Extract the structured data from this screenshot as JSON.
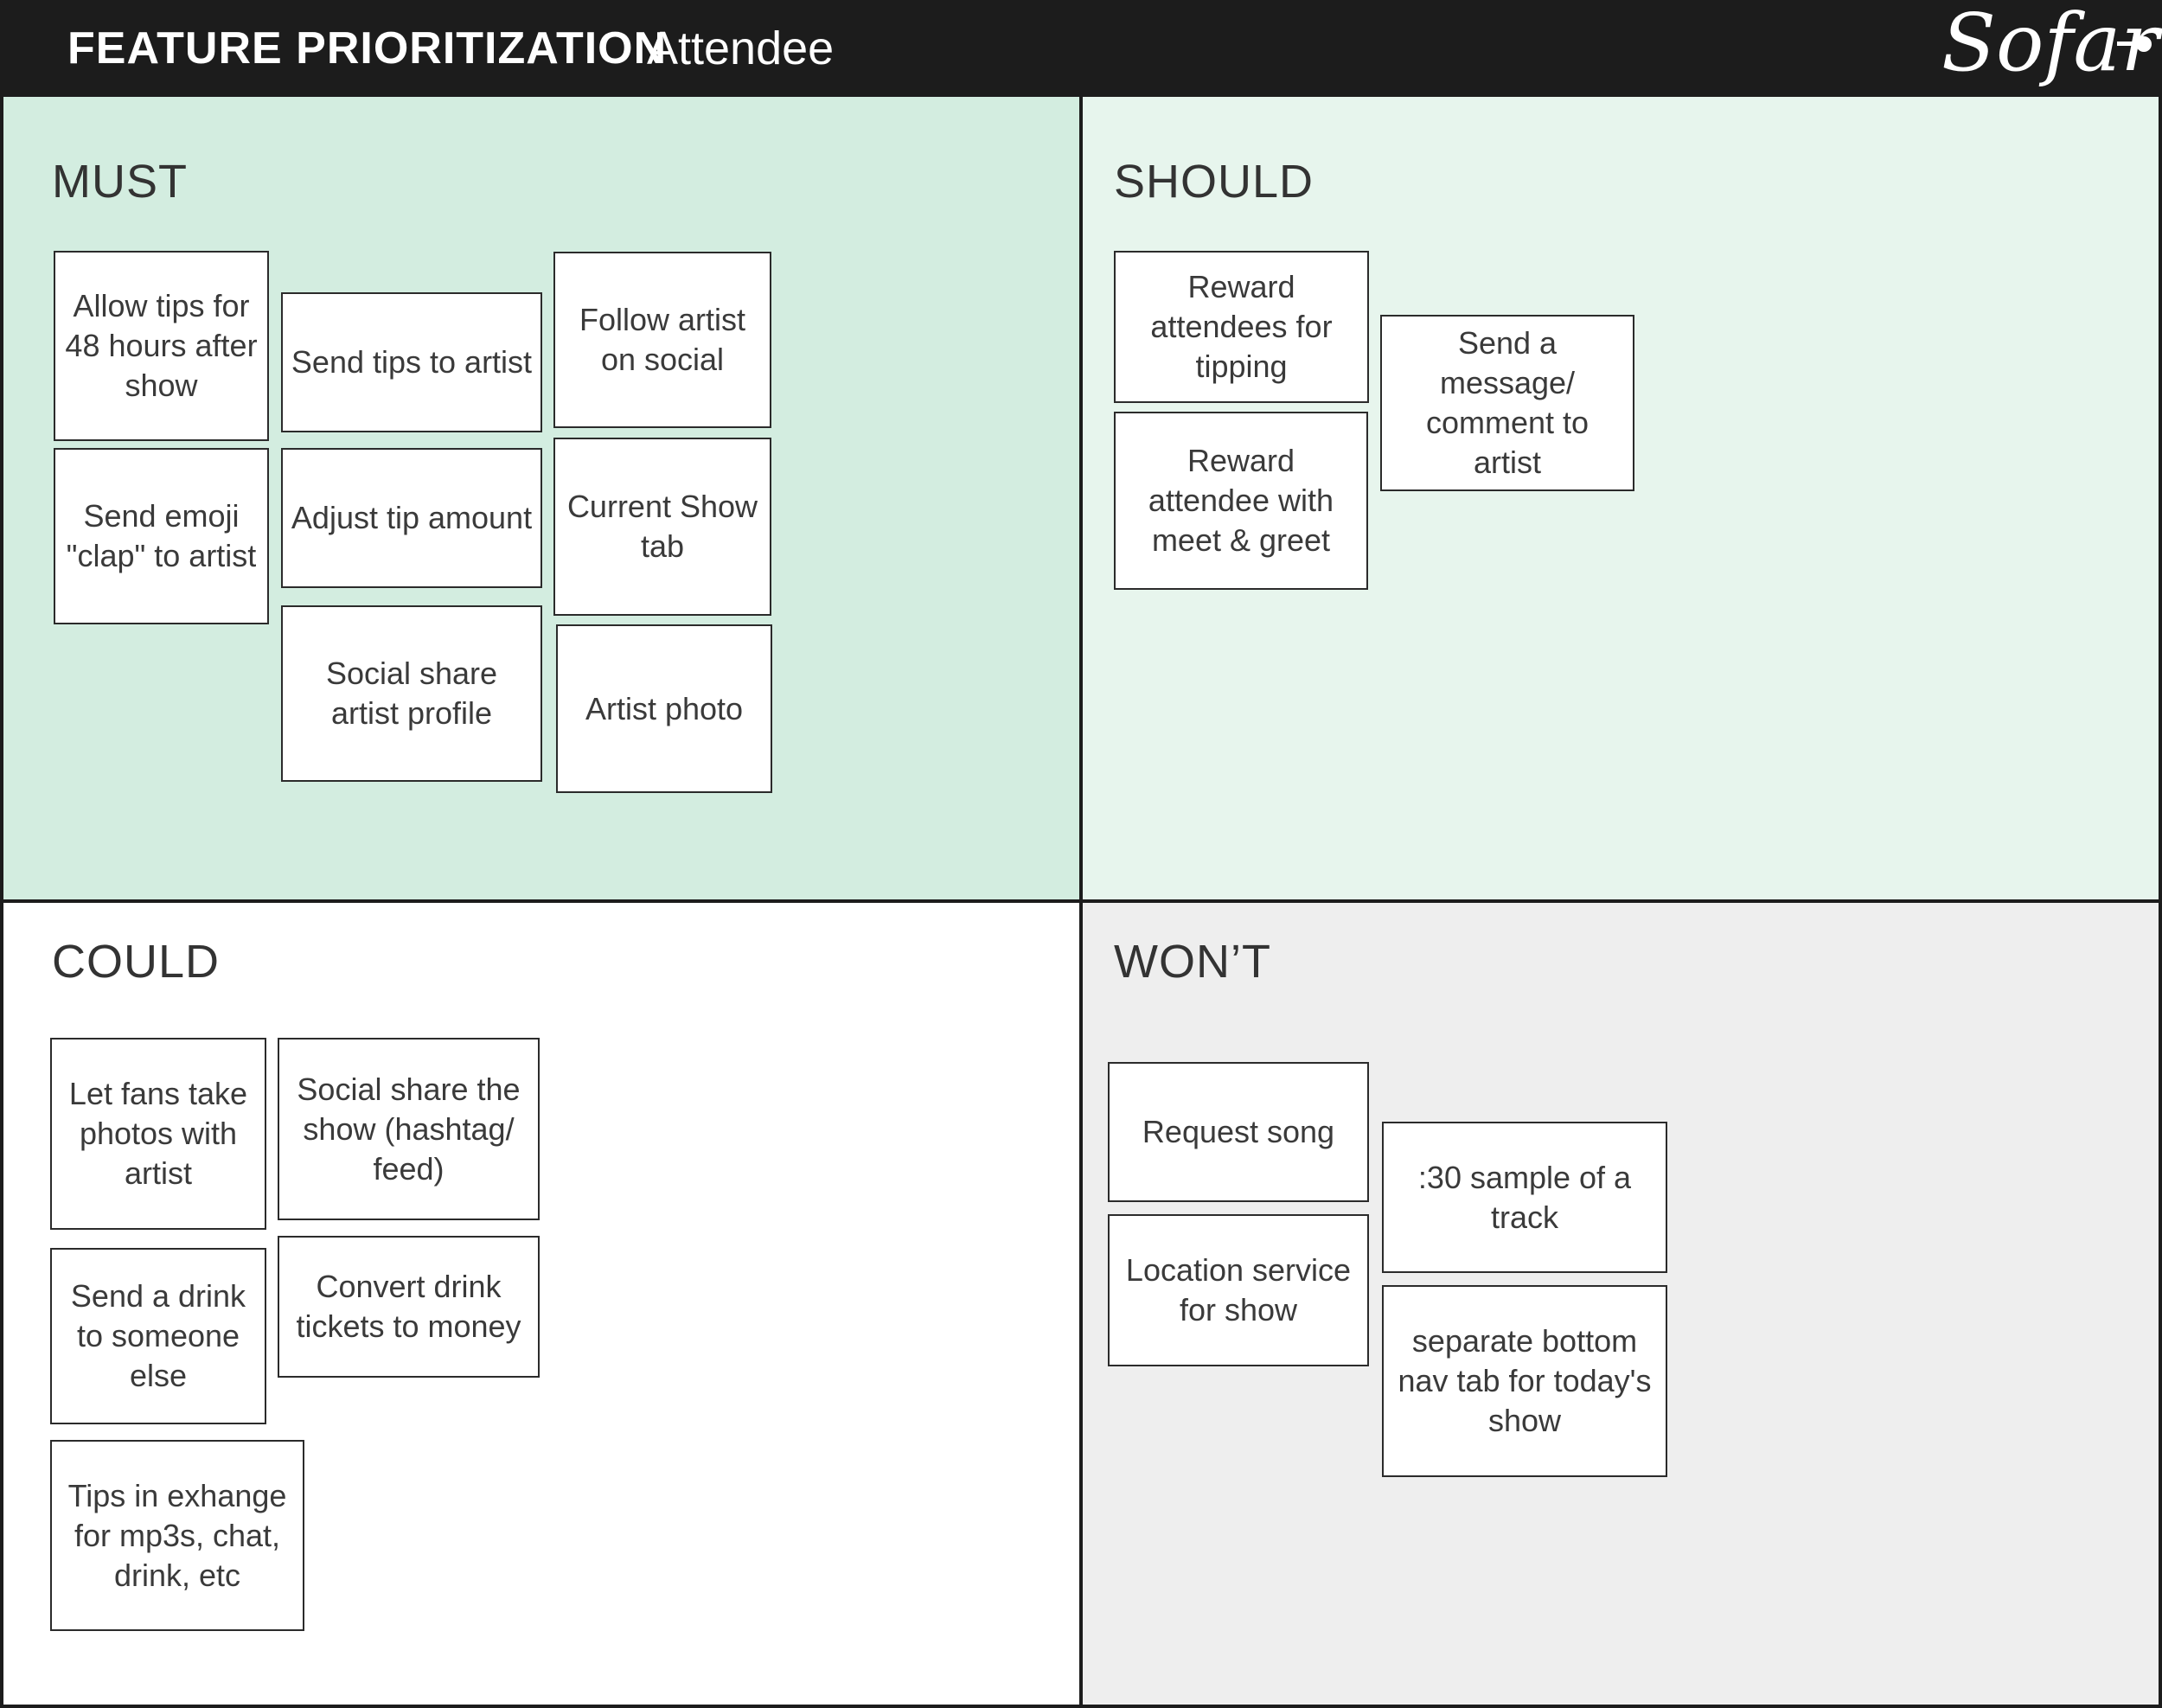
{
  "header": {
    "title": "FEATURE PRIORITIZATION",
    "subtitle": "Attendee",
    "brand": "Sofar"
  },
  "quadrants": {
    "must": {
      "title": "MUST",
      "cards": [
        "Allow tips for 48 hours after show",
        "Send emoji \"clap\" to artist",
        "Send tips to artist",
        "Adjust tip amount",
        "Social share artist profile",
        "Follow artist on social",
        "Current Show tab",
        "Artist photo"
      ]
    },
    "should": {
      "title": "SHOULD",
      "cards": [
        "Reward attendees for tipping",
        "Reward attendee with meet & greet",
        "Send a message/ comment to artist"
      ]
    },
    "could": {
      "title": "COULD",
      "cards": [
        "Let fans take photos with artist",
        "Send a drink to someone else",
        "Tips in exhange for mp3s, chat, drink, etc",
        "Social share the show (hashtag/ feed)",
        "Convert drink tickets to money"
      ]
    },
    "wont": {
      "title": "WON’T",
      "cards": [
        "Request song",
        "Location service for show",
        ":30 sample of a track",
        "separate bottom nav tab for today's show"
      ]
    }
  },
  "colors": {
    "header_bg": "#1c1c1c",
    "must_bg": "#d3ede0",
    "should_bg": "#e7f5ed",
    "could_bg": "#ffffff",
    "wont_bg": "#eeeeee"
  }
}
